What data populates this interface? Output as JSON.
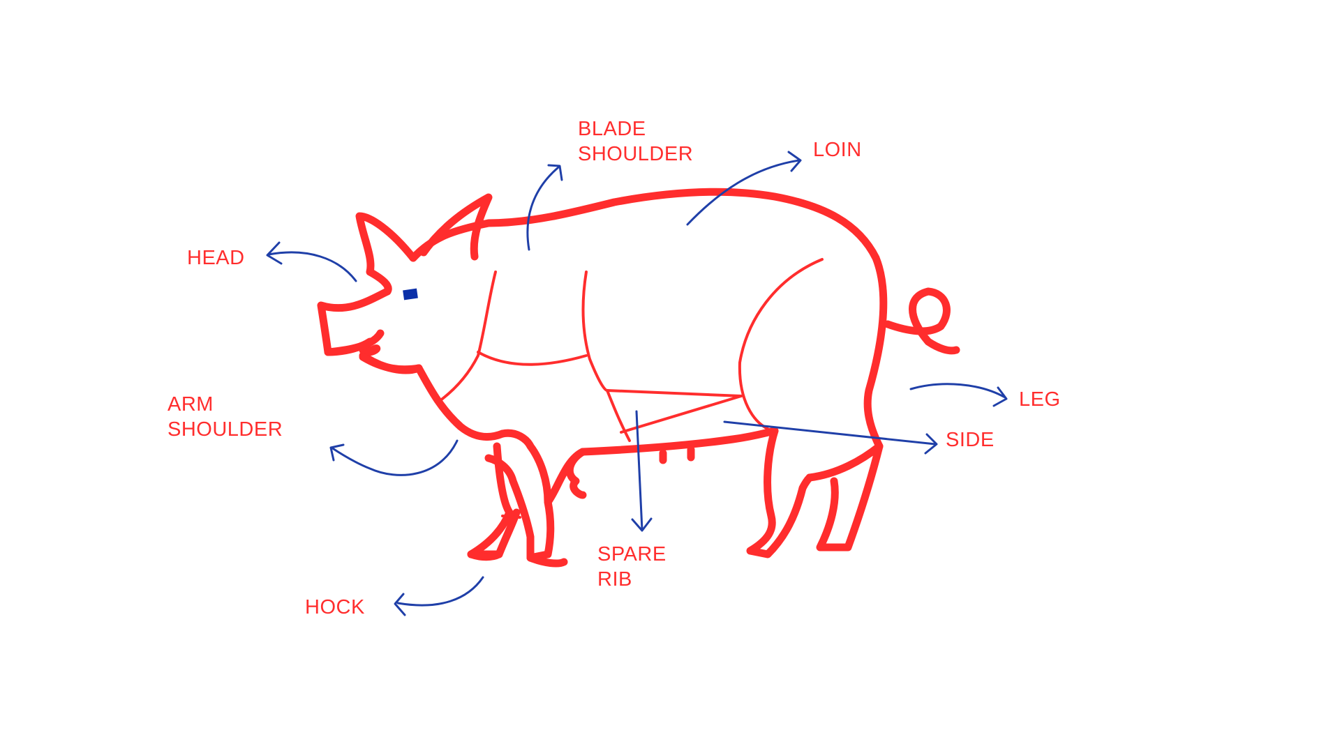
{
  "colors": {
    "outline": "#ff2d2d",
    "arrow": "#1f3fa8",
    "eye": "#0a2fa8",
    "background": "#ffffff"
  },
  "labels": {
    "head": "HEAD",
    "blade_shoulder": [
      "BLADE",
      "SHOULDER"
    ],
    "loin": "LOIN",
    "arm_shoulder": [
      "ARM",
      "SHOULDER"
    ],
    "leg": "LEG",
    "side": "SIDE",
    "spare_rib": [
      "SPARE",
      "RIB"
    ],
    "hock": "HOCK"
  }
}
